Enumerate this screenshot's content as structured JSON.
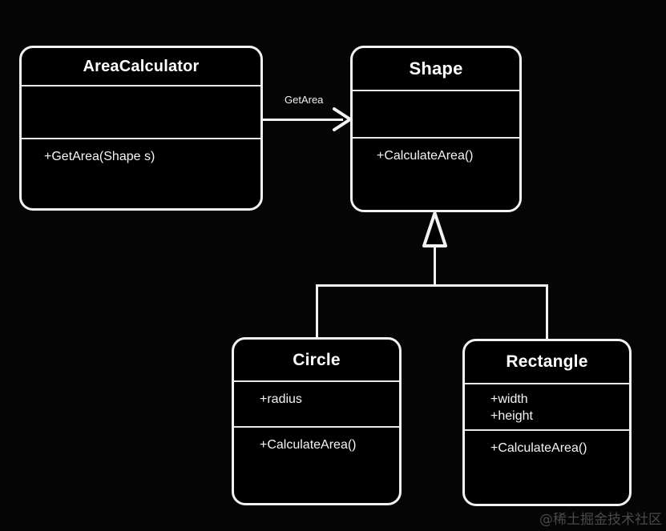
{
  "diagram": {
    "type": "uml-class-diagram",
    "background_color": "#050505",
    "stroke_color": "#f2f2f2",
    "text_color": "#ffffff",
    "classes": [
      {
        "id": "area-calculator",
        "name": "AreaCalculator",
        "attributes": [],
        "methods": [
          "+GetArea(Shape s)"
        ]
      },
      {
        "id": "shape",
        "name": "Shape",
        "attributes": [],
        "methods": [
          "+CalculateArea()"
        ]
      },
      {
        "id": "circle",
        "name": "Circle",
        "attributes": [
          "+radius"
        ],
        "methods": [
          "+CalculateArea()"
        ]
      },
      {
        "id": "rectangle",
        "name": "Rectangle",
        "attributes": [
          "+width",
          "+height"
        ],
        "methods": [
          "+CalculateArea()"
        ]
      }
    ],
    "relationships": [
      {
        "id": "assoc-areacalculator-shape",
        "kind": "association",
        "from": "AreaCalculator",
        "to": "Shape",
        "label": "GetArea"
      },
      {
        "id": "gen-circle-shape",
        "kind": "generalization",
        "from": "Circle",
        "to": "Shape",
        "label": ""
      },
      {
        "id": "gen-rectangle-shape",
        "kind": "generalization",
        "from": "Rectangle",
        "to": "Shape",
        "label": ""
      }
    ]
  },
  "watermark": {
    "text": "@稀土掘金技术社区"
  }
}
